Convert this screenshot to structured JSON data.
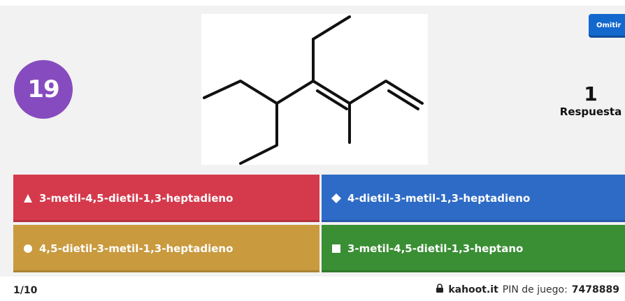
{
  "timer": {
    "value": "19"
  },
  "skip": {
    "label": "Omitir"
  },
  "answers_count": {
    "number": "1",
    "label": "Respuesta"
  },
  "answers": [
    {
      "shape": "triangle-icon",
      "text": "3-metil-4,5-dietil-1,3-heptadieno",
      "color": "#d53a4c"
    },
    {
      "shape": "diamond-icon",
      "text": "4-dietil-3-metil-1,3-heptadieno",
      "color": "#2e6bc6"
    },
    {
      "shape": "circle-icon",
      "text": "4,5-dietil-3-metil-1,3-heptadieno",
      "color": "#c99a3e"
    },
    {
      "shape": "square-icon",
      "text": "3-metil-4,5-dietil-1,3-heptano",
      "color": "#3a8e34"
    }
  ],
  "footer": {
    "progress": "1/10",
    "site": "kahoot.it",
    "pin_label": "PIN de juego:",
    "pin": "7478889",
    "lock_icon": "lock-icon"
  }
}
